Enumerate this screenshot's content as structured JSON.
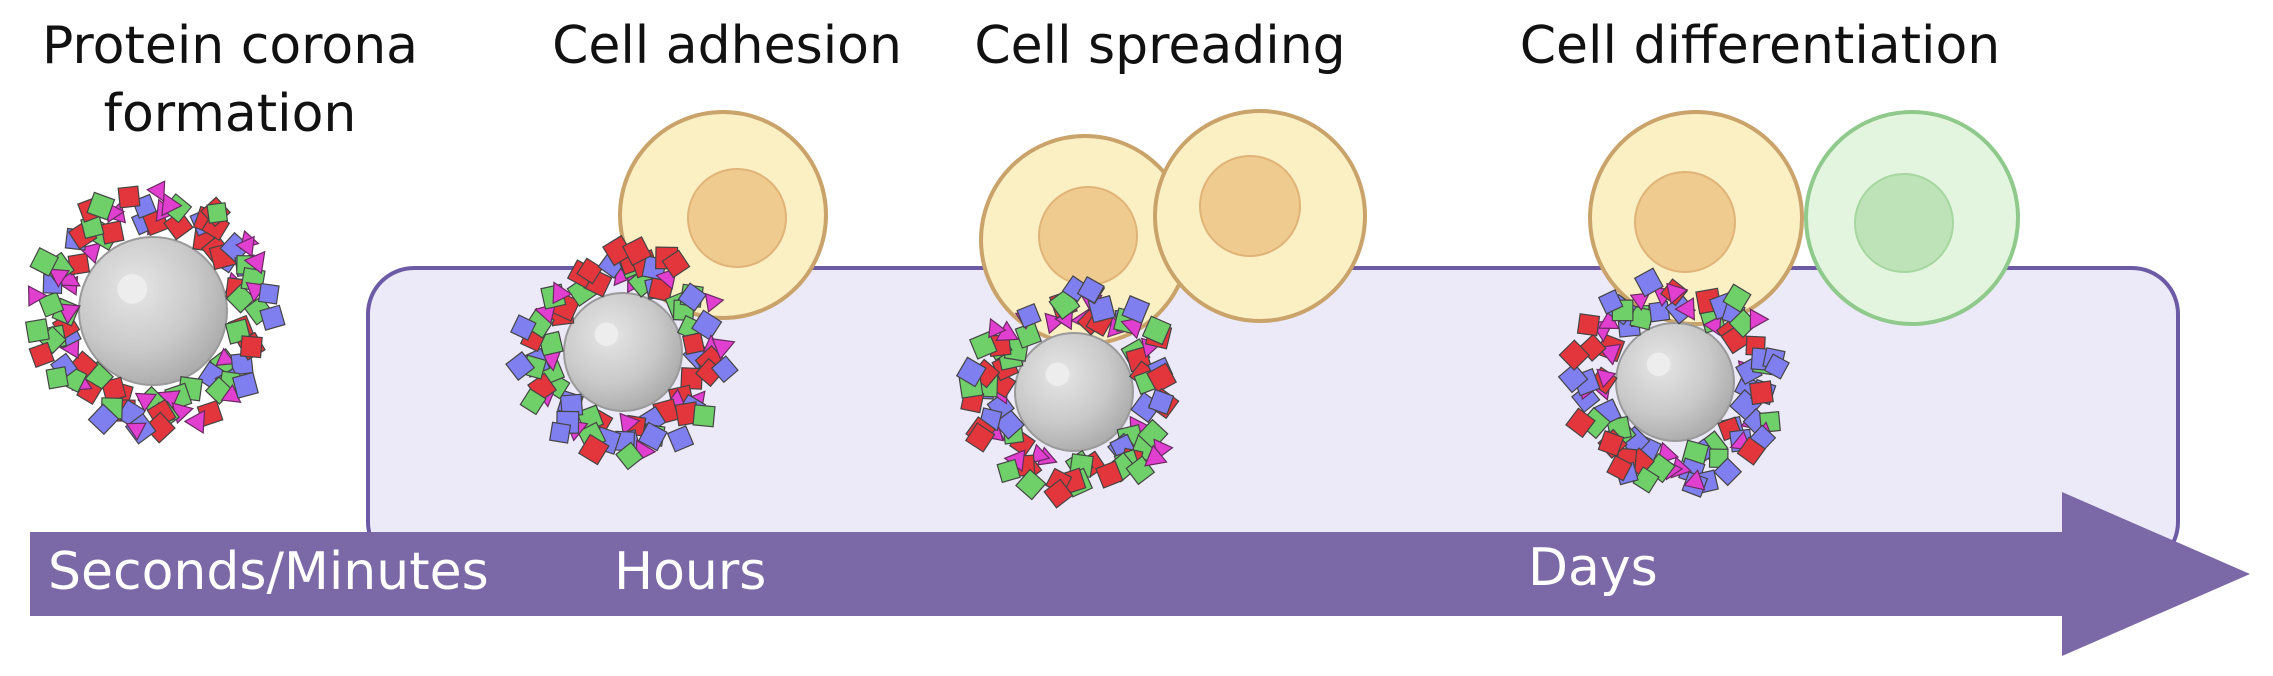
{
  "stages": [
    {
      "title_line1": "Protein corona",
      "title_line2": "formation"
    },
    {
      "title_line1": "Cell adhesion"
    },
    {
      "title_line1": "Cell spreading"
    },
    {
      "title_line1": "Cell differentiation"
    }
  ],
  "timeline": {
    "labels": [
      "Seconds/Minutes",
      "Hours",
      "Days"
    ],
    "color": "#7b68a6"
  },
  "colors": {
    "substrate_fill": "#ece9f8",
    "substrate_stroke": "#6c5aa5",
    "cell_fill": "#fbefc4",
    "cell_stroke": "#c9a36a",
    "nucleus_fill": "#f0cb90",
    "diff_cell_fill": "#e3f5df",
    "diff_cell_stroke": "#8fca8c",
    "diff_nucleus_fill": "#bfe3b9",
    "particle_fill": "#cfcfcf",
    "protein_red": "#e2363c",
    "protein_green": "#6fd06a",
    "protein_blue": "#7f7ff0",
    "protein_magenta": "#e03fd0"
  }
}
